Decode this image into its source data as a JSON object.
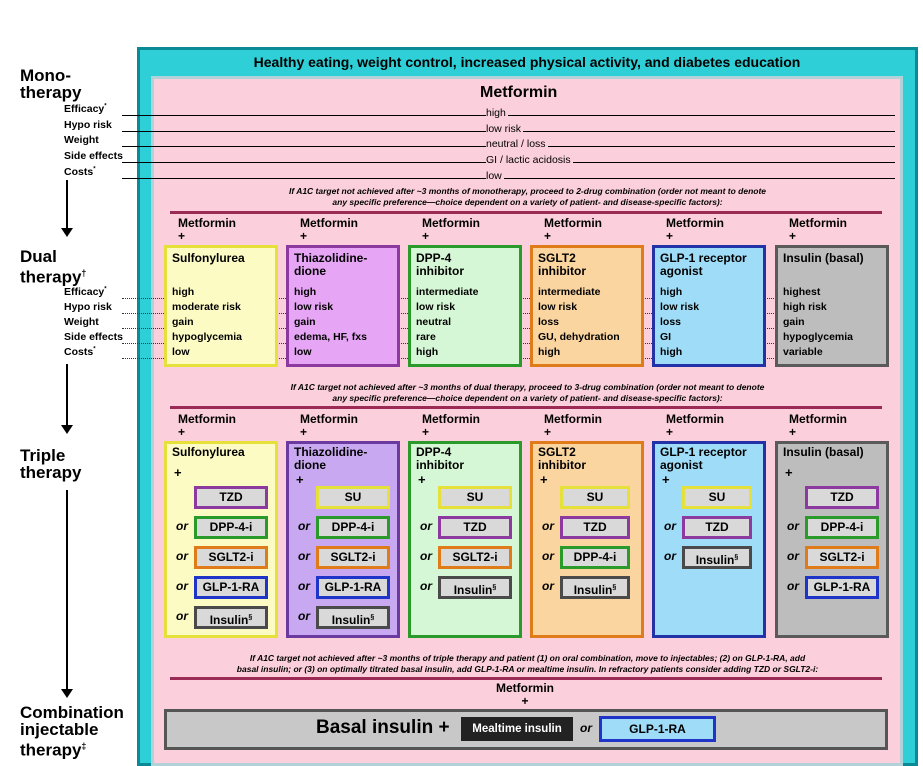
{
  "stages": {
    "mono": [
      "Mono-",
      "therapy"
    ],
    "dual": [
      "Dual",
      "therapy"
    ],
    "dual_mark": "†",
    "triple": [
      "Triple",
      "therapy"
    ],
    "combo": [
      "Combination",
      "injectable",
      "therapy"
    ],
    "combo_mark": "‡"
  },
  "row_labels": {
    "efficacy": "Efficacy",
    "efficacy_mark": "*",
    "hypo": "Hypo risk",
    "weight": "Weight",
    "side": "Side effects",
    "costs": "Costs",
    "costs_mark": "*"
  },
  "banner": "Healthy eating, weight control, increased physical activity, and diabetes education",
  "mono": {
    "title": "Metformin",
    "values": [
      "high",
      "low risk",
      "neutral / loss",
      "GI / lactic acidosis",
      "low"
    ]
  },
  "notes": {
    "to_dual": [
      "If A1C target not achieved after ~3 months of monotherapy, proceed to 2-drug combination (order not meant to denote",
      "any specific preference—choice dependent on a variety of patient- and disease-specific factors):"
    ],
    "to_triple": [
      "If A1C target not achieved after ~3 months of dual therapy, proceed to 3-drug combination (order not meant to denote",
      "any specific preference—choice dependent on a variety of patient- and disease-specific factors):"
    ],
    "to_combo": [
      "If A1C target not achieved after ~3 months of triple therapy and patient (1) on oral combination, move to injectables; (2) on GLP-1-RA, add",
      "basal insulin; or (3) on optimally titrated basal insulin, add GLP-1-RA or mealtime insulin. In refractory patients consider adding TZD or SGLT2-i:"
    ]
  },
  "metformin_plus": {
    "drug": "Metformin",
    "plus": "+"
  },
  "dual": [
    {
      "name": [
        "Sulfonylurea"
      ],
      "values": [
        "high",
        "moderate risk",
        "gain",
        "hypoglycemia",
        "low"
      ],
      "fill": "#fdfbc4",
      "border": "#e6e13a"
    },
    {
      "name": [
        "Thiazolidine-",
        "dione"
      ],
      "values": [
        "high",
        "low risk",
        "gain",
        "edema, HF, fxs",
        "low"
      ],
      "fill": "#e7a5f5",
      "border": "#8c3aa0"
    },
    {
      "name": [
        "DPP-4",
        "inhibitor"
      ],
      "values": [
        "intermediate",
        "low risk",
        "neutral",
        "rare",
        "high"
      ],
      "fill": "#d5f7d5",
      "border": "#2a9a2a"
    },
    {
      "name": [
        "SGLT2",
        "inhibitor"
      ],
      "values": [
        "intermediate",
        "low risk",
        "loss",
        "GU, dehydration",
        "high"
      ],
      "fill": "#fad5a0",
      "border": "#e07b1a"
    },
    {
      "name": [
        "GLP-1 receptor",
        "agonist"
      ],
      "values": [
        "high",
        "low risk",
        "loss",
        "GI",
        "high"
      ],
      "fill": "#9fdcf7",
      "border": "#2233a8"
    },
    {
      "name": [
        "Insulin (basal)"
      ],
      "values": [
        "highest",
        "high risk",
        "gain",
        "hypoglycemia",
        "variable"
      ],
      "fill": "#bdbdbd",
      "border": "#5a5a5a"
    }
  ],
  "triple": [
    {
      "name": [
        "Sulfonylurea"
      ],
      "fill": "#fdfbc4",
      "border": "#e6e13a",
      "options": [
        {
          "or": "",
          "label": "TZD",
          "sup": "",
          "border": "#8c3aa0"
        },
        {
          "or": "or",
          "label": "DPP-4-i",
          "sup": "",
          "border": "#2a9a2a"
        },
        {
          "or": "or",
          "label": "SGLT2-i",
          "sup": "",
          "border": "#e07b1a"
        },
        {
          "or": "or",
          "label": "GLP-1-RA",
          "sup": "",
          "border": "#1f35c8"
        },
        {
          "or": "or",
          "label": "Insulin",
          "sup": "§",
          "border": "#4a4a4a"
        }
      ]
    },
    {
      "name": [
        "Thiazolidine-",
        "dione"
      ],
      "fill": "#c8a8f0",
      "border": "#6a3aa0",
      "options": [
        {
          "or": "",
          "label": "SU",
          "sup": "",
          "border": "#e6e13a"
        },
        {
          "or": "or",
          "label": "DPP-4-i",
          "sup": "",
          "border": "#2a9a2a"
        },
        {
          "or": "or",
          "label": "SGLT2-i",
          "sup": "",
          "border": "#e07b1a"
        },
        {
          "or": "or",
          "label": "GLP-1-RA",
          "sup": "",
          "border": "#1f35c8"
        },
        {
          "or": "or",
          "label": "Insulin",
          "sup": "§",
          "border": "#4a4a4a"
        }
      ]
    },
    {
      "name": [
        "DPP-4",
        "inhibitor"
      ],
      "fill": "#d5f7d5",
      "border": "#2a9a2a",
      "options": [
        {
          "or": "",
          "label": "SU",
          "sup": "",
          "border": "#e6e13a"
        },
        {
          "or": "or",
          "label": "TZD",
          "sup": "",
          "border": "#8c3aa0"
        },
        {
          "or": "or",
          "label": "SGLT2-i",
          "sup": "",
          "border": "#e07b1a"
        },
        {
          "or": "or",
          "label": "Insulin",
          "sup": "§",
          "border": "#4a4a4a"
        }
      ]
    },
    {
      "name": [
        "SGLT2",
        "inhibitor"
      ],
      "fill": "#fad5a0",
      "border": "#e07b1a",
      "options": [
        {
          "or": "",
          "label": "SU",
          "sup": "",
          "border": "#e6e13a"
        },
        {
          "or": "or",
          "label": "TZD",
          "sup": "",
          "border": "#8c3aa0"
        },
        {
          "or": "or",
          "label": "DPP-4-i",
          "sup": "",
          "border": "#2a9a2a"
        },
        {
          "or": "or",
          "label": "Insulin",
          "sup": "§",
          "border": "#4a4a4a"
        }
      ]
    },
    {
      "name": [
        "GLP-1 receptor",
        "agonist"
      ],
      "fill": "#9fdcf7",
      "border": "#2233a8",
      "options": [
        {
          "or": "",
          "label": "SU",
          "sup": "",
          "border": "#e6e13a"
        },
        {
          "or": "or",
          "label": "TZD",
          "sup": "",
          "border": "#8c3aa0"
        },
        {
          "or": "or",
          "label": "Insulin",
          "sup": "§",
          "border": "#4a4a4a"
        }
      ]
    },
    {
      "name": [
        "Insulin (basal)"
      ],
      "fill": "#bdbdbd",
      "border": "#5a5a5a",
      "options": [
        {
          "or": "",
          "label": "TZD",
          "sup": "",
          "border": "#8c3aa0"
        },
        {
          "or": "or",
          "label": "DPP-4-i",
          "sup": "",
          "border": "#2a9a2a"
        },
        {
          "or": "or",
          "label": "SGLT2-i",
          "sup": "",
          "border": "#e07b1a"
        },
        {
          "or": "or",
          "label": "GLP-1-RA",
          "sup": "",
          "border": "#1f35c8"
        }
      ]
    }
  ],
  "combo": {
    "basal": "Basal insulin +",
    "mealtime": "Mealtime insulin",
    "or": "or",
    "glp1": "GLP-1-RA"
  }
}
